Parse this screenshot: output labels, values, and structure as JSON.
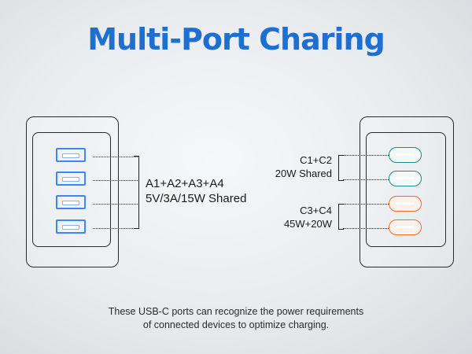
{
  "title": "Multi-Port Charing",
  "left_group": {
    "line1": "A1+A2+A3+A4",
    "line2": "5V/3A/15W Shared"
  },
  "right_group_1": {
    "line1": "C1+C2",
    "line2": "20W Shared"
  },
  "right_group_2": {
    "line1": "C3+C4",
    "line2": "45W+20W"
  },
  "caption": {
    "line1": "These USB-C ports can recognize the power requirements",
    "line2": "of connected devices to optimize charging."
  },
  "colors": {
    "title": "#1f6fd1",
    "usb_a": "#3a86ff",
    "usb_c_pair1": "#1f8a8a",
    "usb_c_pair2": "#f06a2a"
  }
}
